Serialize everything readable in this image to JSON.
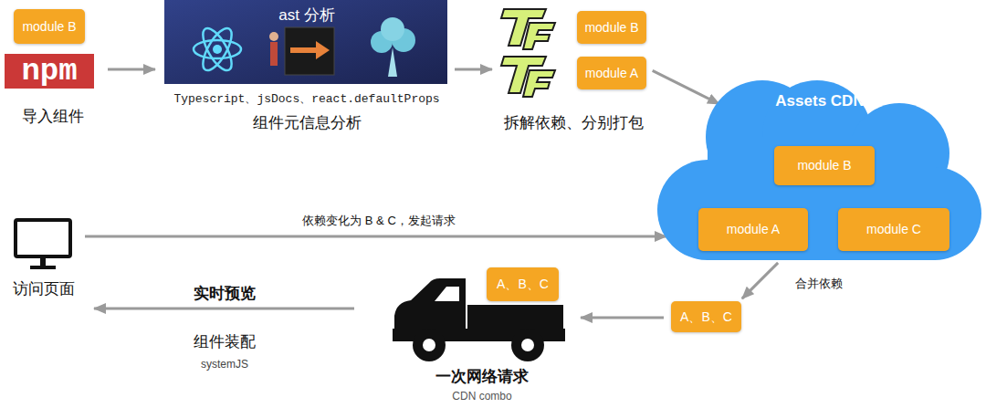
{
  "diagram": {
    "nodes": [
      {
        "text": [
          "module B"
        ]
      },
      {
        "text": [
          "npm",
          "导入组件"
        ]
      },
      {
        "text": [
          "ast 分析",
          "Typescript、jsDocs、react.defaultProps",
          "组件元信息分析"
        ]
      },
      {
        "text": [
          "拆解依赖、分别打包"
        ]
      },
      {
        "text": [
          "module B"
        ],
        "in": 3
      },
      {
        "text": [
          "module A"
        ],
        "in": 3
      },
      {
        "text": [
          "Assets CDN"
        ]
      },
      {
        "text": [
          "module B"
        ],
        "in": 6
      },
      {
        "text": [
          "module A"
        ],
        "in": 6
      },
      {
        "text": [
          "module C"
        ],
        "in": 6
      },
      {
        "text": [
          "访问页面"
        ]
      },
      {
        "text": [
          "A、B、C"
        ]
      },
      {
        "text": [
          "一次网络请求",
          "CDN combo"
        ]
      },
      {
        "text": [
          "A、B、C"
        ],
        "in": 12
      }
    ],
    "edges": [
      {
        "from": 1,
        "to": 2,
        "arrow": "to"
      },
      {
        "from": 2,
        "to": 3,
        "arrow": "to"
      },
      {
        "from": 3,
        "to": 6,
        "arrow": "to"
      },
      {
        "from": 10,
        "to": 6,
        "label": "依赖变化为 B & C，发起请求",
        "arrow": "to"
      },
      {
        "from": 6,
        "to": 11,
        "label": "合并依赖",
        "arrow": "to"
      },
      {
        "from": 11,
        "to": 12,
        "arrow": "to"
      },
      {
        "from": 12,
        "to": 10,
        "label": "实时预览",
        "arrow": "to"
      }
    ],
    "labels": [
      "组件装配",
      "systemJS"
    ]
  }
}
